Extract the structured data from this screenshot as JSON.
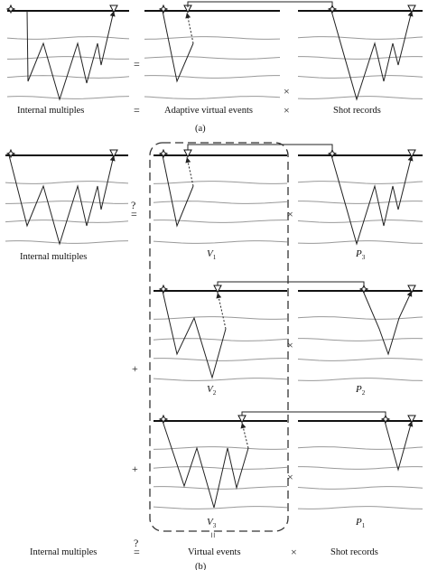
{
  "labels": {
    "internal_multiples": "Internal multiples",
    "adaptive_virtual_events": "Adaptive virtual events",
    "shot_records": "Shot records",
    "virtual_events": "Virtual events",
    "part_a": "(a)",
    "part_b": "(b)"
  },
  "operators": {
    "equals": "=",
    "times": "×",
    "plus": "+",
    "question_equals": "?",
    "parallel_equals": "="
  },
  "panel_labels": {
    "V1": {
      "letter": "V",
      "sub": "1"
    },
    "V2": {
      "letter": "V",
      "sub": "2"
    },
    "V3": {
      "letter": "V",
      "sub": "3"
    },
    "P1": {
      "letter": "P",
      "sub": "1"
    },
    "P2": {
      "letter": "P",
      "sub": "2"
    },
    "P3": {
      "letter": "P",
      "sub": "3"
    }
  },
  "colors": {
    "ink": "#111111",
    "layer_line": "#999999",
    "background": "#ffffff"
  }
}
